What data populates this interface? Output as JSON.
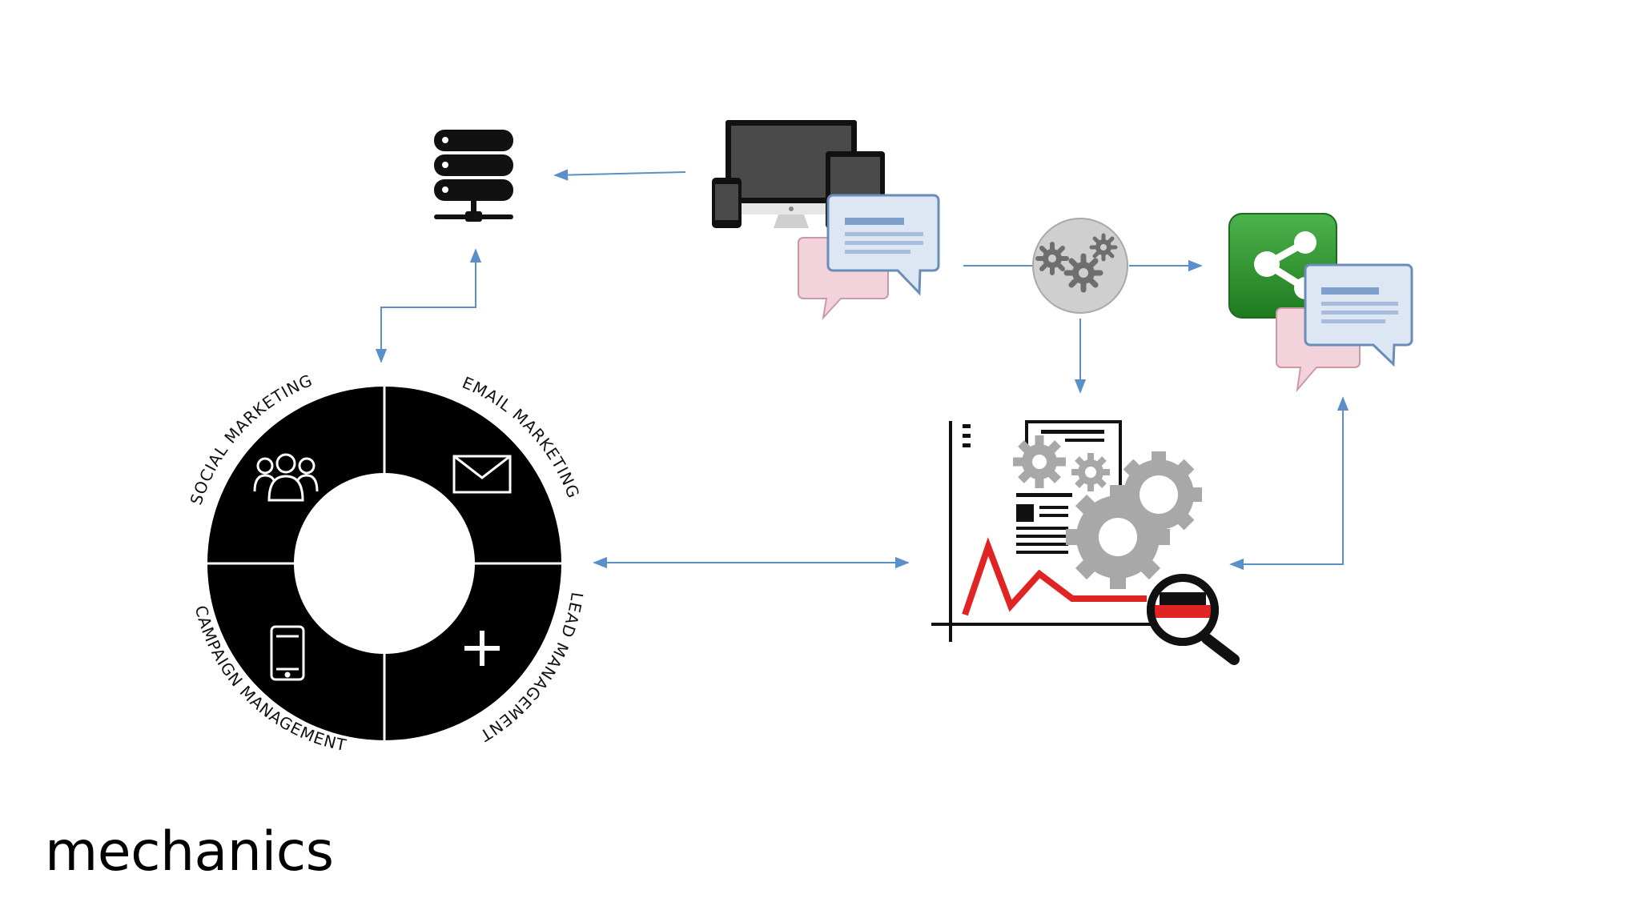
{
  "slide": {
    "title": "mechanics"
  },
  "colors": {
    "connector": "#5b8fc9",
    "ring": "#000000",
    "chart_line": "#e02424",
    "gear": "#a8a8a8",
    "share_green": "#2d8f2d",
    "bubble_blue": "#dde6f3",
    "bubble_pink": "#f3d3db"
  },
  "wheel": {
    "segments": [
      {
        "label": "SOCIAL MARKETING",
        "icon": "people-icon"
      },
      {
        "label": "EMAIL MARKETING",
        "icon": "envelope-icon"
      },
      {
        "label": "LEAD MANAGEMENT",
        "icon": "plus-icon"
      },
      {
        "label": "CAMPAIGN MANAGEMENT",
        "icon": "smartphone-icon"
      }
    ]
  },
  "nodes": [
    {
      "id": "server",
      "icon": "server-icon"
    },
    {
      "id": "devices",
      "icon": "devices-chat-icon"
    },
    {
      "id": "processing",
      "icon": "gears-icon"
    },
    {
      "id": "sharing",
      "icon": "share-chat-icon"
    },
    {
      "id": "analytics",
      "icon": "analytics-icon"
    }
  ]
}
